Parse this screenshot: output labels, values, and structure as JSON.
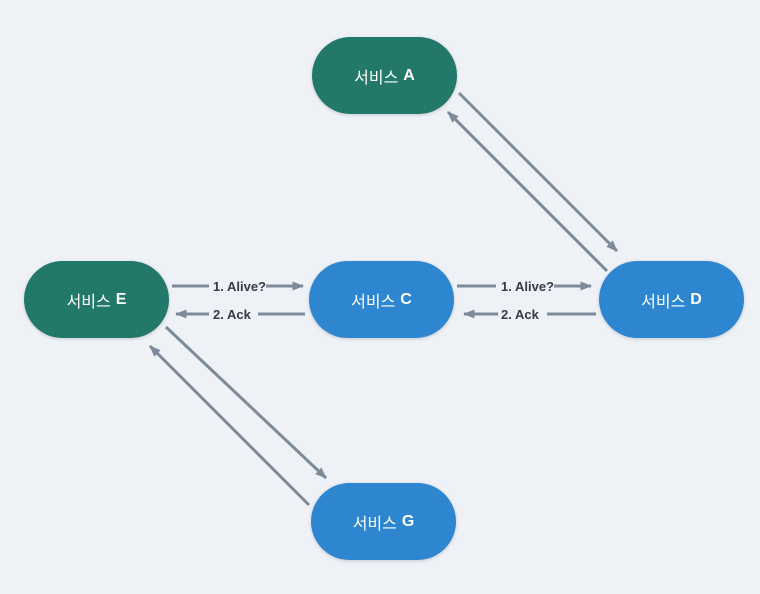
{
  "diagram": {
    "background": "#eef1f6",
    "colors": {
      "bg": "#eef1f6",
      "node_green": "#22796a",
      "node_blue": "#2e86d1",
      "arrow": "#7c8a99",
      "edge_label": "#333b45",
      "node_text": "#ffffff"
    },
    "nodes": [
      {
        "id": "A",
        "prefix": "서비스",
        "letter": "A",
        "color_role": "green"
      },
      {
        "id": "E",
        "prefix": "서비스",
        "letter": "E",
        "color_role": "green"
      },
      {
        "id": "C",
        "prefix": "서비스",
        "letter": "C",
        "color_role": "blue"
      },
      {
        "id": "D",
        "prefix": "서비스",
        "letter": "D",
        "color_role": "blue"
      },
      {
        "id": "G",
        "prefix": "서비스",
        "letter": "G",
        "color_role": "blue"
      }
    ],
    "edges": [
      {
        "from": "E",
        "to": "C",
        "label": "1. Alive?"
      },
      {
        "from": "C",
        "to": "E",
        "label": "2. Ack"
      },
      {
        "from": "C",
        "to": "D",
        "label": "1. Alive?"
      },
      {
        "from": "D",
        "to": "C",
        "label": "2. Ack"
      },
      {
        "from": "A",
        "to": "D",
        "label": ""
      },
      {
        "from": "D",
        "to": "A",
        "label": ""
      },
      {
        "from": "E",
        "to": "G",
        "label": ""
      },
      {
        "from": "G",
        "to": "E",
        "label": ""
      }
    ]
  }
}
